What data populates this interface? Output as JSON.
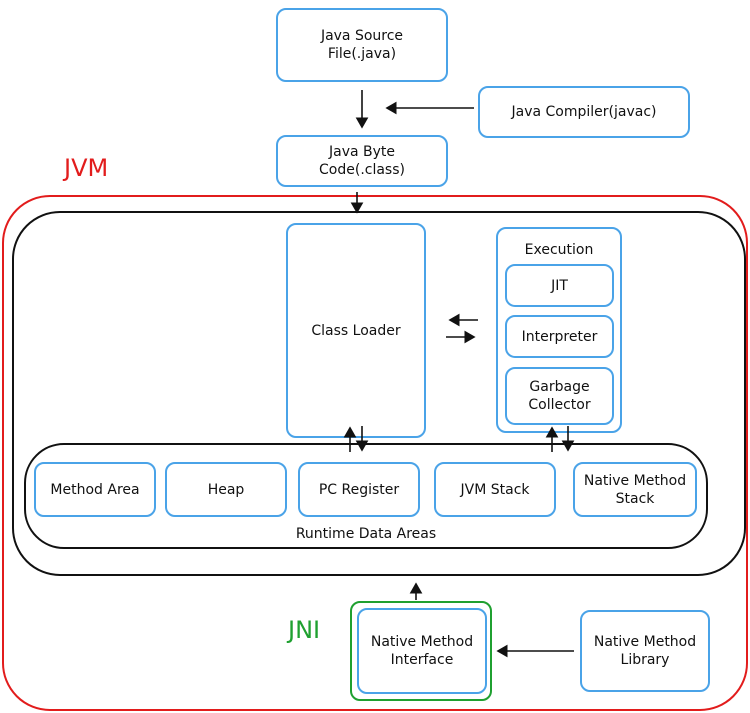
{
  "labels": {
    "jvm": "JVM",
    "jni": "JNI",
    "execution": "Execution",
    "runtime_data_areas": "Runtime Data Areas"
  },
  "boxes": {
    "java_source": "Java Source\nFile(.java)",
    "java_compiler": "Java Compiler(javac)",
    "java_byte_code": "Java Byte\nCode(.class)",
    "class_loader": "Class Loader",
    "jit": "JIT",
    "interpreter": "Interpreter",
    "garbage_collector": "Garbage\nCollector",
    "method_area": "Method Area",
    "heap": "Heap",
    "pc_register": "PC Register",
    "jvm_stack": "JVM Stack",
    "native_method_stack": "Native Method\nStack",
    "native_method_interface": "Native Method\nInterface",
    "native_method_library": "Native Method\nLibrary"
  },
  "colors": {
    "box_border": "#4aa3e8",
    "jvm": "#e21c1c",
    "jni": "#1fa030",
    "outline": "#111111"
  }
}
